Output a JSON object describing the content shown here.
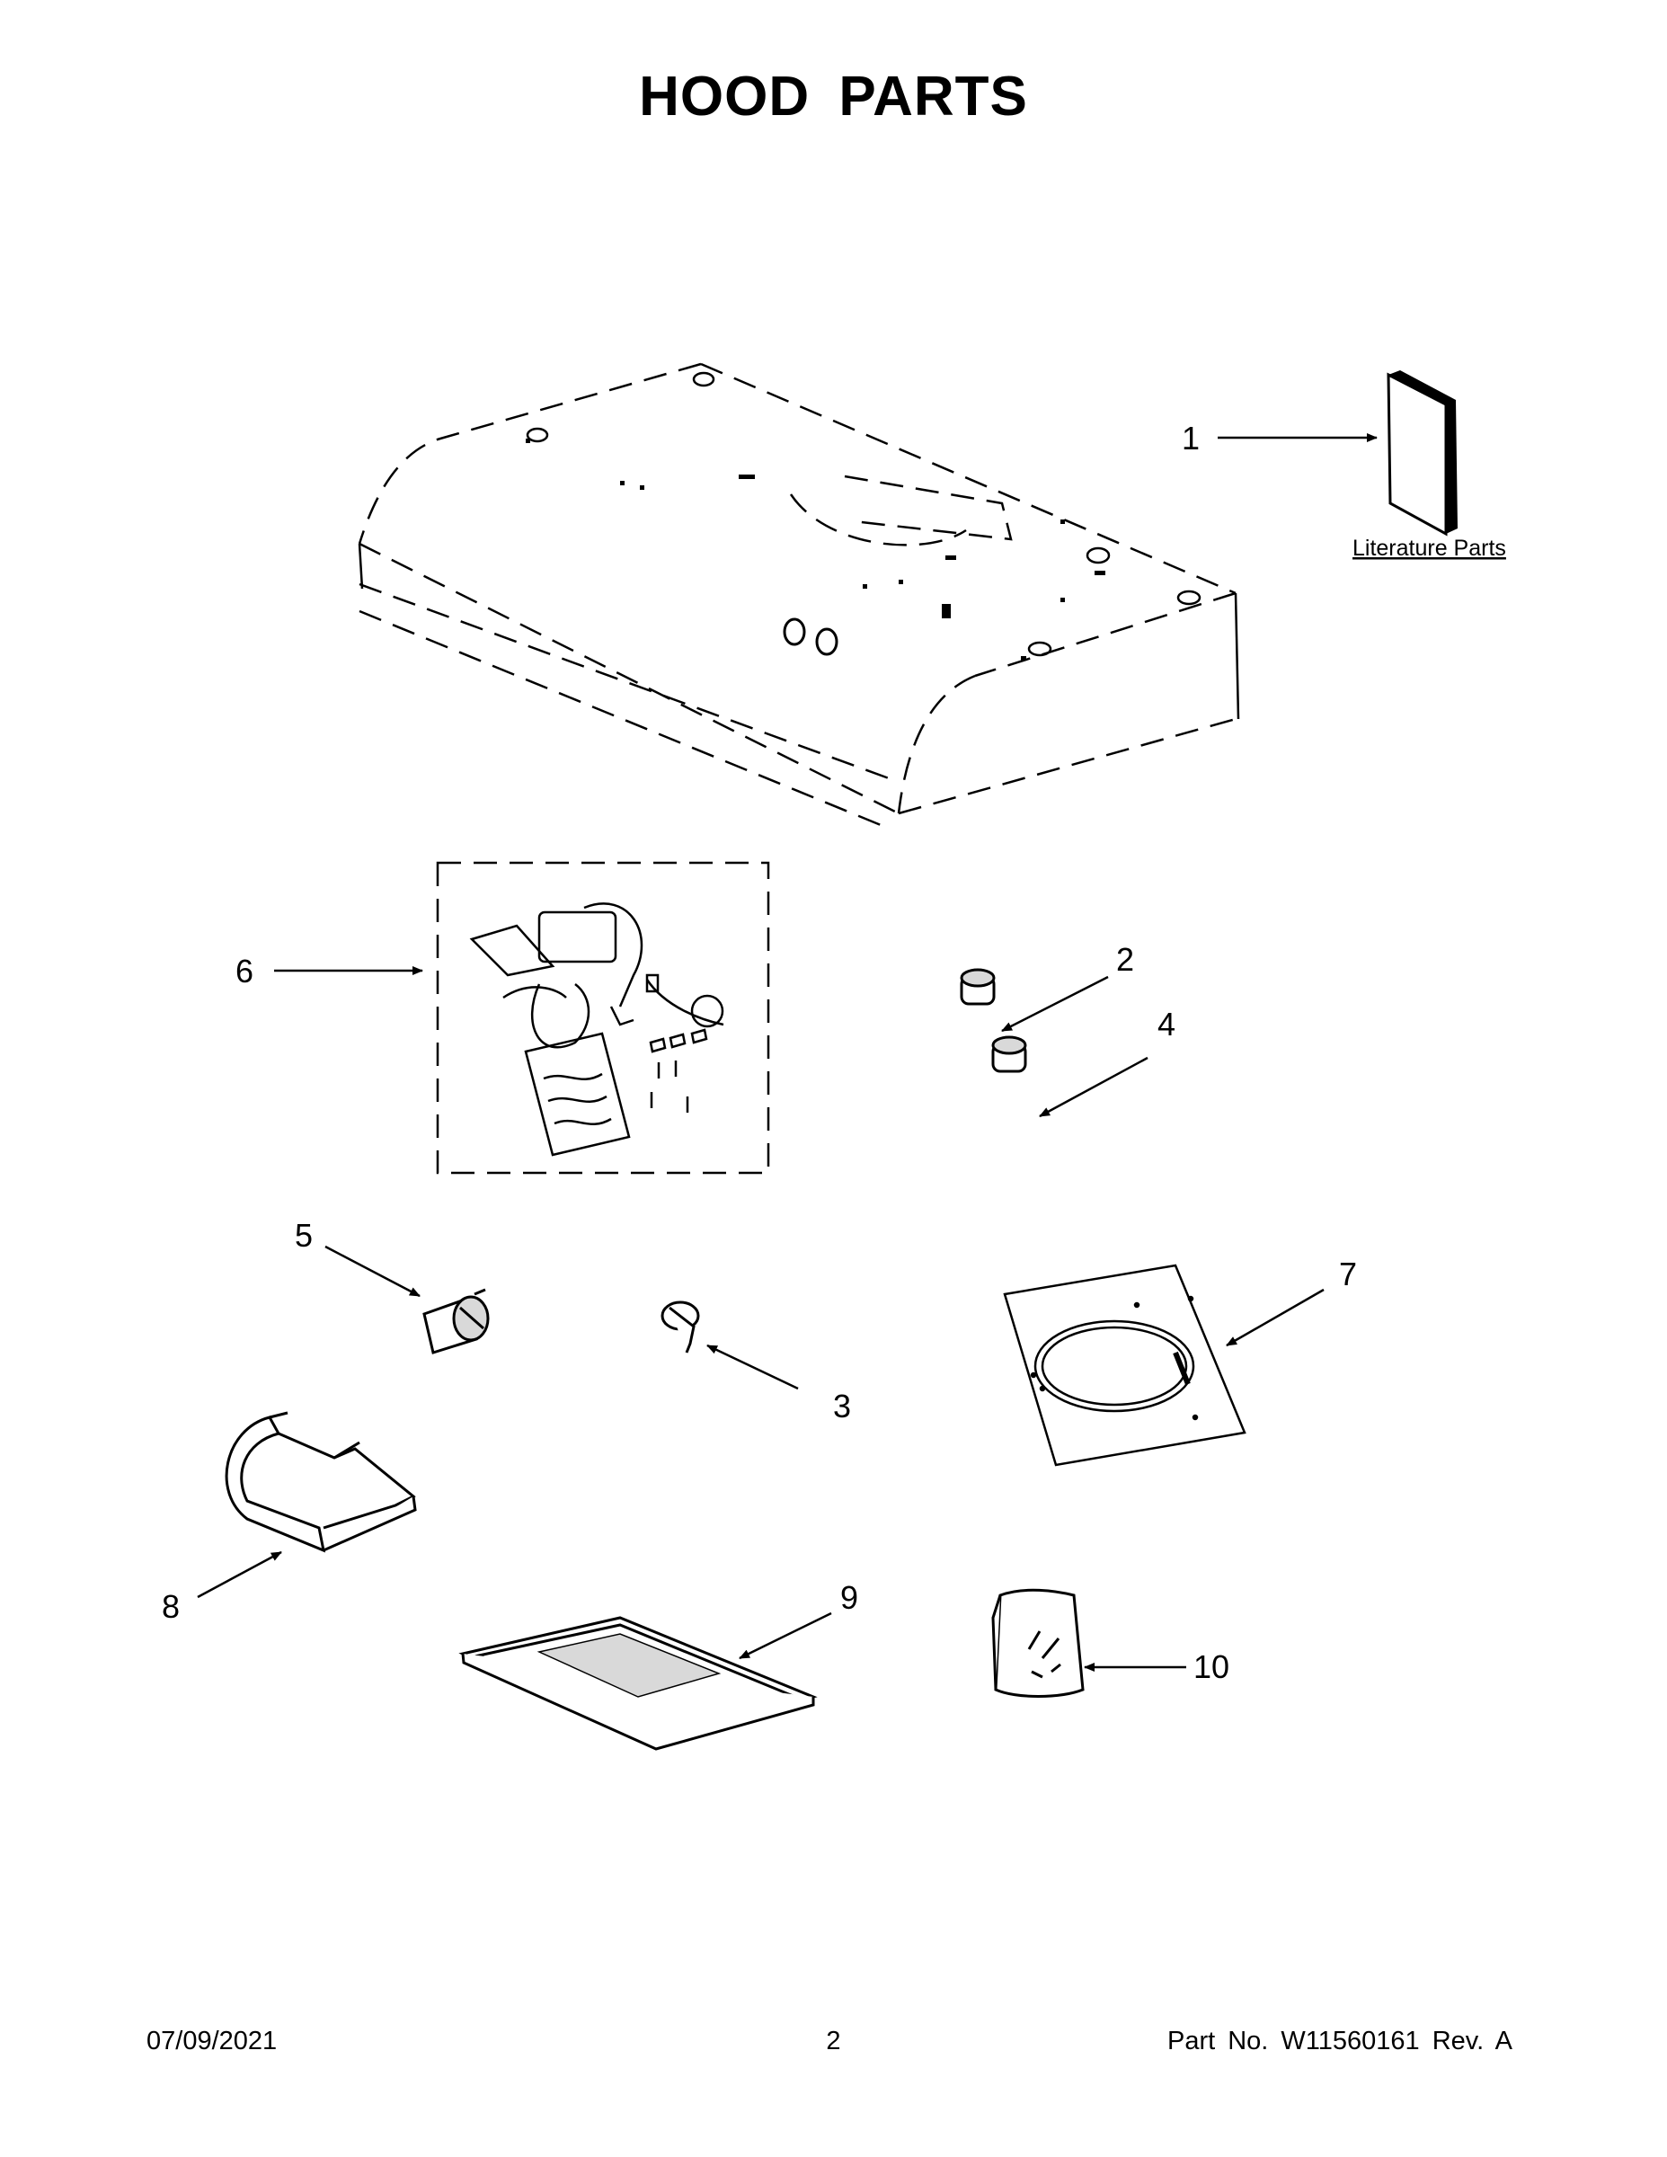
{
  "title": "HOOD PARTS",
  "literature_label": "Literature Parts",
  "callouts": [
    {
      "id": "1",
      "label": "1"
    },
    {
      "id": "2",
      "label": "2"
    },
    {
      "id": "3",
      "label": "3"
    },
    {
      "id": "4",
      "label": "4"
    },
    {
      "id": "5",
      "label": "5"
    },
    {
      "id": "6",
      "label": "6"
    },
    {
      "id": "7",
      "label": "7"
    },
    {
      "id": "8",
      "label": "8"
    },
    {
      "id": "9",
      "label": "9"
    },
    {
      "id": "10",
      "label": "10"
    }
  ],
  "footer": {
    "date": "07/09/2021",
    "page": "2",
    "part": "Part No.  W11560161  Rev.  A"
  },
  "colors": {
    "ink": "#000000",
    "paper": "#ffffff",
    "shade": "#d9d9d9"
  }
}
